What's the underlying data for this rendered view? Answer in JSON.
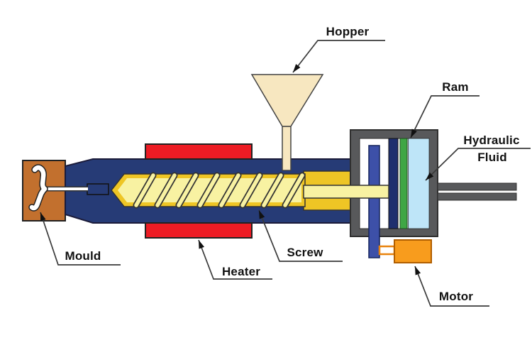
{
  "diagram": {
    "labels": {
      "hopper": "Hopper",
      "ram": "Ram",
      "hydraulic_line1": "Hydraulic",
      "hydraulic_line2": "Fluid",
      "mould": "Mould",
      "heater": "Heater",
      "screw": "Screw",
      "motor": "Motor"
    },
    "colors": {
      "background": "#FFFFFF",
      "barrel_navy": "#263B76",
      "divider_navy": "#1E2F6E",
      "screw_gold": "#EEC525",
      "screw_pale": "#F8F2A2",
      "heater_red": "#ED1C24",
      "mould_brown": "#C2702E",
      "hopper_cream": "#F7E7C0",
      "housing_gray": "#58595B",
      "ram_green": "#3FA645",
      "hydraulic_blue": "#BEE5F8",
      "piston_blue": "#3D50A8",
      "motor_orange": "#F89C1D",
      "leader_line": "#3A3A3A",
      "text": "#111111"
    }
  }
}
